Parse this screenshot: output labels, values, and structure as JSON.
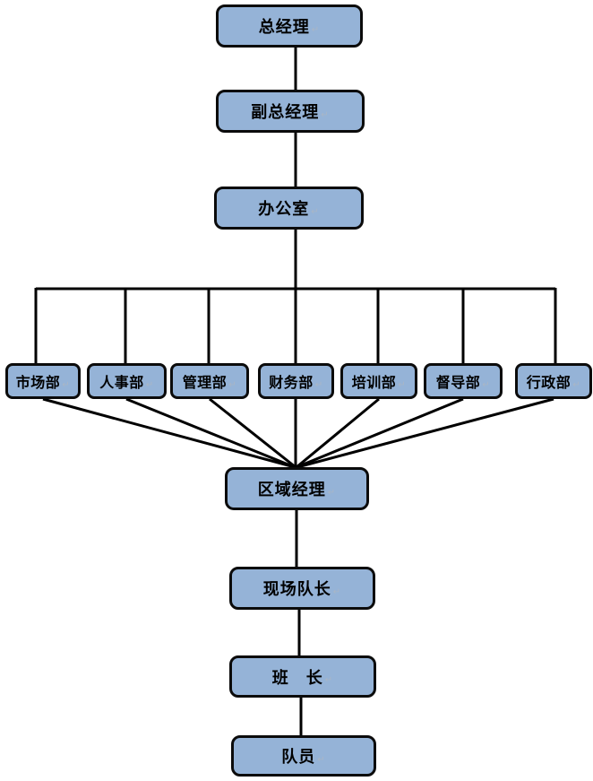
{
  "diagram": {
    "type": "org-chart",
    "paragraph_mark": "↵",
    "colors": {
      "box_fill": "#95B3D7",
      "box_border": "#0B0B0B",
      "connector": "#000000",
      "text": "#000000",
      "background": "#FFFFFF"
    },
    "nodes": [
      {
        "id": "general-manager",
        "label": "总经理",
        "level": 1
      },
      {
        "id": "deputy-general-manager",
        "label": "副总经理",
        "level": 2
      },
      {
        "id": "office",
        "label": "办公室",
        "level": 3
      },
      {
        "id": "marketing-dept",
        "label": "市场部",
        "level": 4
      },
      {
        "id": "hr-dept",
        "label": "人事部",
        "level": 4
      },
      {
        "id": "management-dept",
        "label": "管理部",
        "level": 4
      },
      {
        "id": "finance-dept",
        "label": "财务部",
        "level": 4
      },
      {
        "id": "training-dept",
        "label": "培训部",
        "level": 4
      },
      {
        "id": "supervision-dept",
        "label": "督导部",
        "level": 4
      },
      {
        "id": "administration-dept",
        "label": "行政部",
        "level": 4
      },
      {
        "id": "regional-manager",
        "label": "区域经理",
        "level": 5
      },
      {
        "id": "site-team-leader",
        "label": "现场队长",
        "level": 6
      },
      {
        "id": "squad-leader",
        "label": "班　长",
        "level": 7
      },
      {
        "id": "team-member",
        "label": "队员",
        "level": 8
      }
    ],
    "edges": [
      "general-manager → deputy-general-manager",
      "deputy-general-manager → office",
      "office → marketing-dept",
      "office → hr-dept",
      "office → management-dept",
      "office → finance-dept",
      "office → training-dept",
      "office → supervision-dept",
      "office → administration-dept",
      "marketing-dept → regional-manager",
      "hr-dept → regional-manager",
      "management-dept → regional-manager",
      "finance-dept → regional-manager",
      "training-dept → regional-manager",
      "supervision-dept → regional-manager",
      "administration-dept → regional-manager",
      "regional-manager → site-team-leader",
      "site-team-leader → squad-leader",
      "squad-leader → team-member"
    ]
  }
}
